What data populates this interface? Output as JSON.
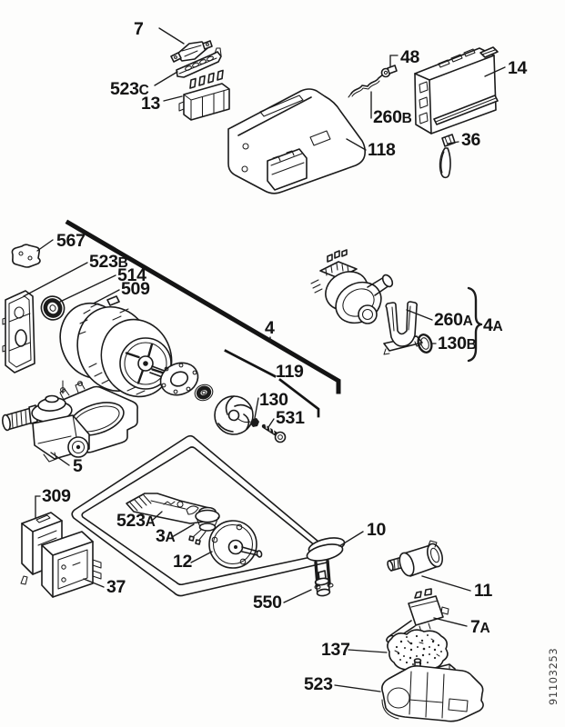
{
  "page": {
    "background": "#fdfdfc",
    "ink": "#1b1b1b",
    "kind": "exploded parts diagram"
  },
  "doc_number": "91103253",
  "parts": {
    "p7": {
      "label": "7"
    },
    "p523c": {
      "num": "523",
      "suffix": "C"
    },
    "p13": {
      "label": "13"
    },
    "p48": {
      "label": "48"
    },
    "p260b": {
      "num": "260",
      "suffix": "B"
    },
    "p14": {
      "label": "14"
    },
    "p36": {
      "label": "36"
    },
    "p118": {
      "label": "118"
    },
    "p567": {
      "label": "567"
    },
    "p523b": {
      "num": "523",
      "suffix": "B"
    },
    "p514": {
      "label": "514"
    },
    "p509": {
      "label": "509"
    },
    "p4": {
      "label": "4"
    },
    "p260a": {
      "num": "260",
      "suffix": "A"
    },
    "p4a": {
      "num": "4",
      "suffix": "A"
    },
    "p130b": {
      "num": "130",
      "suffix": "B"
    },
    "p119": {
      "label": "119"
    },
    "p130": {
      "label": "130"
    },
    "p531": {
      "label": "531"
    },
    "p5": {
      "label": "5"
    },
    "p309": {
      "label": "309"
    },
    "p523a": {
      "num": "523",
      "suffix": "A"
    },
    "p3a": {
      "num": "3",
      "suffix": "A"
    },
    "p12": {
      "label": "12"
    },
    "p37": {
      "label": "37"
    },
    "p10": {
      "label": "10"
    },
    "p550": {
      "label": "550"
    },
    "p11": {
      "label": "11"
    },
    "p7a": {
      "num": "7",
      "suffix": "A"
    },
    "p137": {
      "label": "137"
    },
    "p523": {
      "label": "523"
    }
  }
}
